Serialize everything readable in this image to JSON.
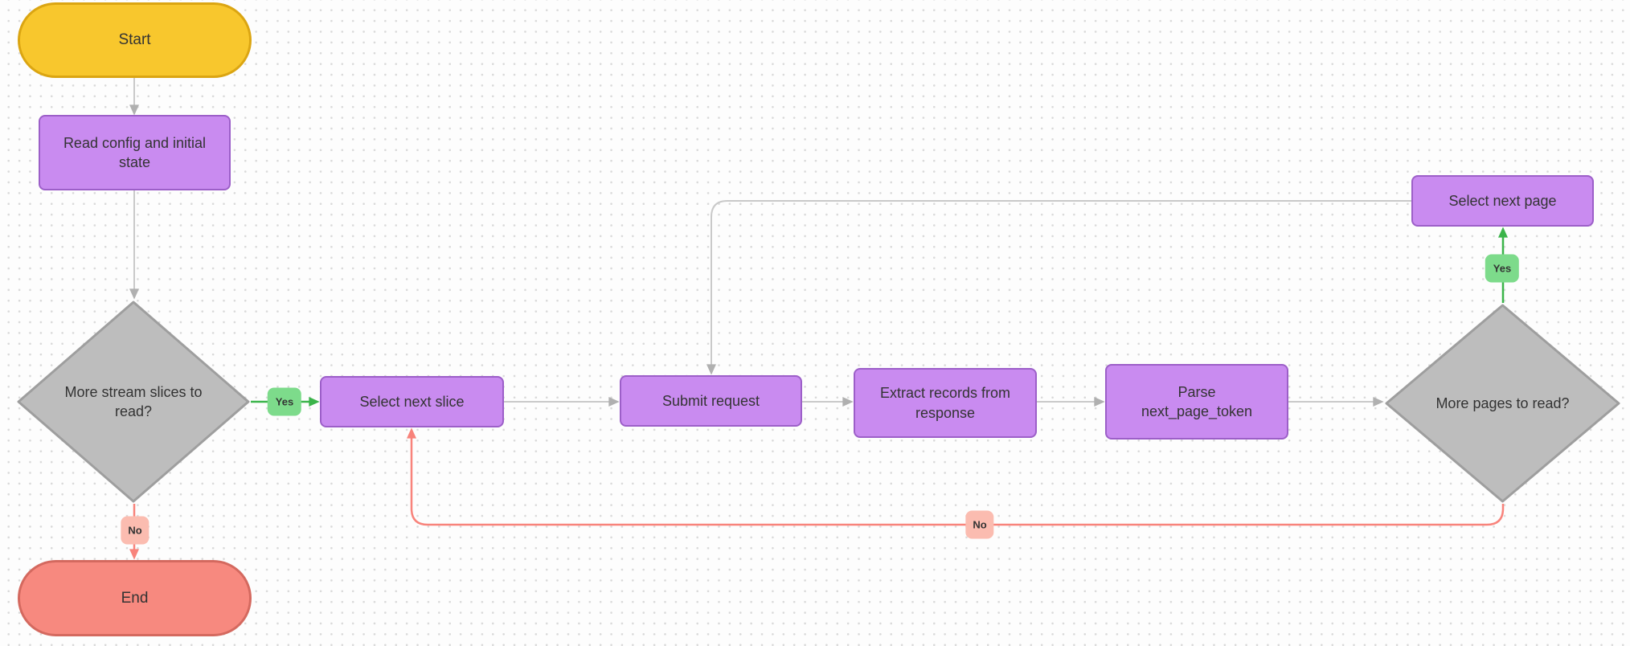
{
  "diagram": {
    "type": "flowchart",
    "nodes": {
      "start": {
        "label": "Start",
        "shape": "terminator"
      },
      "read_config": {
        "label": "Read config and initial state",
        "shape": "process"
      },
      "more_stream_slices": {
        "label": "More stream slices to read?",
        "shape": "decision"
      },
      "select_next_slice": {
        "label": "Select next slice",
        "shape": "process"
      },
      "submit_request": {
        "label": "Submit request",
        "shape": "process"
      },
      "extract_records": {
        "label": "Extract records from response",
        "shape": "process"
      },
      "parse_next_page_token": {
        "label": "Parse\nnext_page_token",
        "shape": "process"
      },
      "more_pages": {
        "label": "More pages to read?",
        "shape": "decision"
      },
      "select_next_page": {
        "label": "Select next page",
        "shape": "process"
      },
      "end": {
        "label": "End",
        "shape": "terminator"
      }
    },
    "edge_labels": {
      "stream_yes": "Yes",
      "stream_no": "No",
      "pages_yes": "Yes",
      "pages_no": "No"
    },
    "colors": {
      "terminator_start_fill": "#f8c72d",
      "terminator_start_border": "#dba512",
      "terminator_end_fill": "#f7897f",
      "terminator_end_border": "#d4695f",
      "process_fill": "#c98bf0",
      "process_border": "#9c5fc8",
      "decision_fill": "#bdbdbd",
      "decision_border": "#9e9e9e",
      "flow_line_gray": "#c9c9c9",
      "flow_arrow_gray": "#b0b0b0",
      "yes_line_green": "#3bb44a",
      "yes_label_bg": "#7ddb8b",
      "no_line_red": "#f8837b",
      "no_label_bg": "#fbbcb0",
      "canvas_bg": "#fdfdfd",
      "grid_dot": "#d9d9d9",
      "text": "#333333"
    }
  }
}
